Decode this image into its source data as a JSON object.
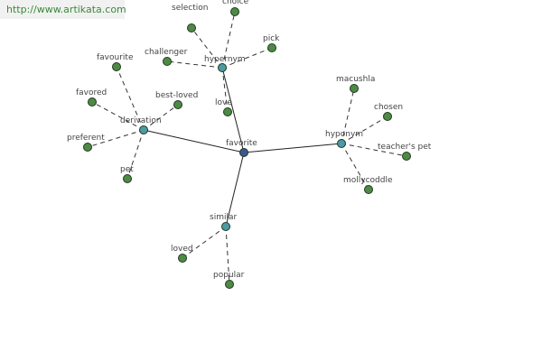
{
  "site": {
    "url": "http://www.artikata.com"
  },
  "colors": {
    "root": "#3c5596",
    "relation": "#4d99a6",
    "leaf": "#4e8a45",
    "outline": "#1e3b1e"
  },
  "graph": {
    "root": {
      "label": "favorite"
    },
    "relations": [
      {
        "label": "hypernym",
        "leaves": [
          "selection",
          "choice",
          "pick",
          "challenger",
          "love"
        ]
      },
      {
        "label": "derivation",
        "leaves": [
          "favourite",
          "favored",
          "best-loved",
          "preferent",
          "pet"
        ]
      },
      {
        "label": "hyponym",
        "leaves": [
          "macushla",
          "chosen",
          "teacher's pet",
          "mollycoddle"
        ]
      },
      {
        "label": "similar",
        "leaves": [
          "loved",
          "popular"
        ]
      }
    ]
  }
}
